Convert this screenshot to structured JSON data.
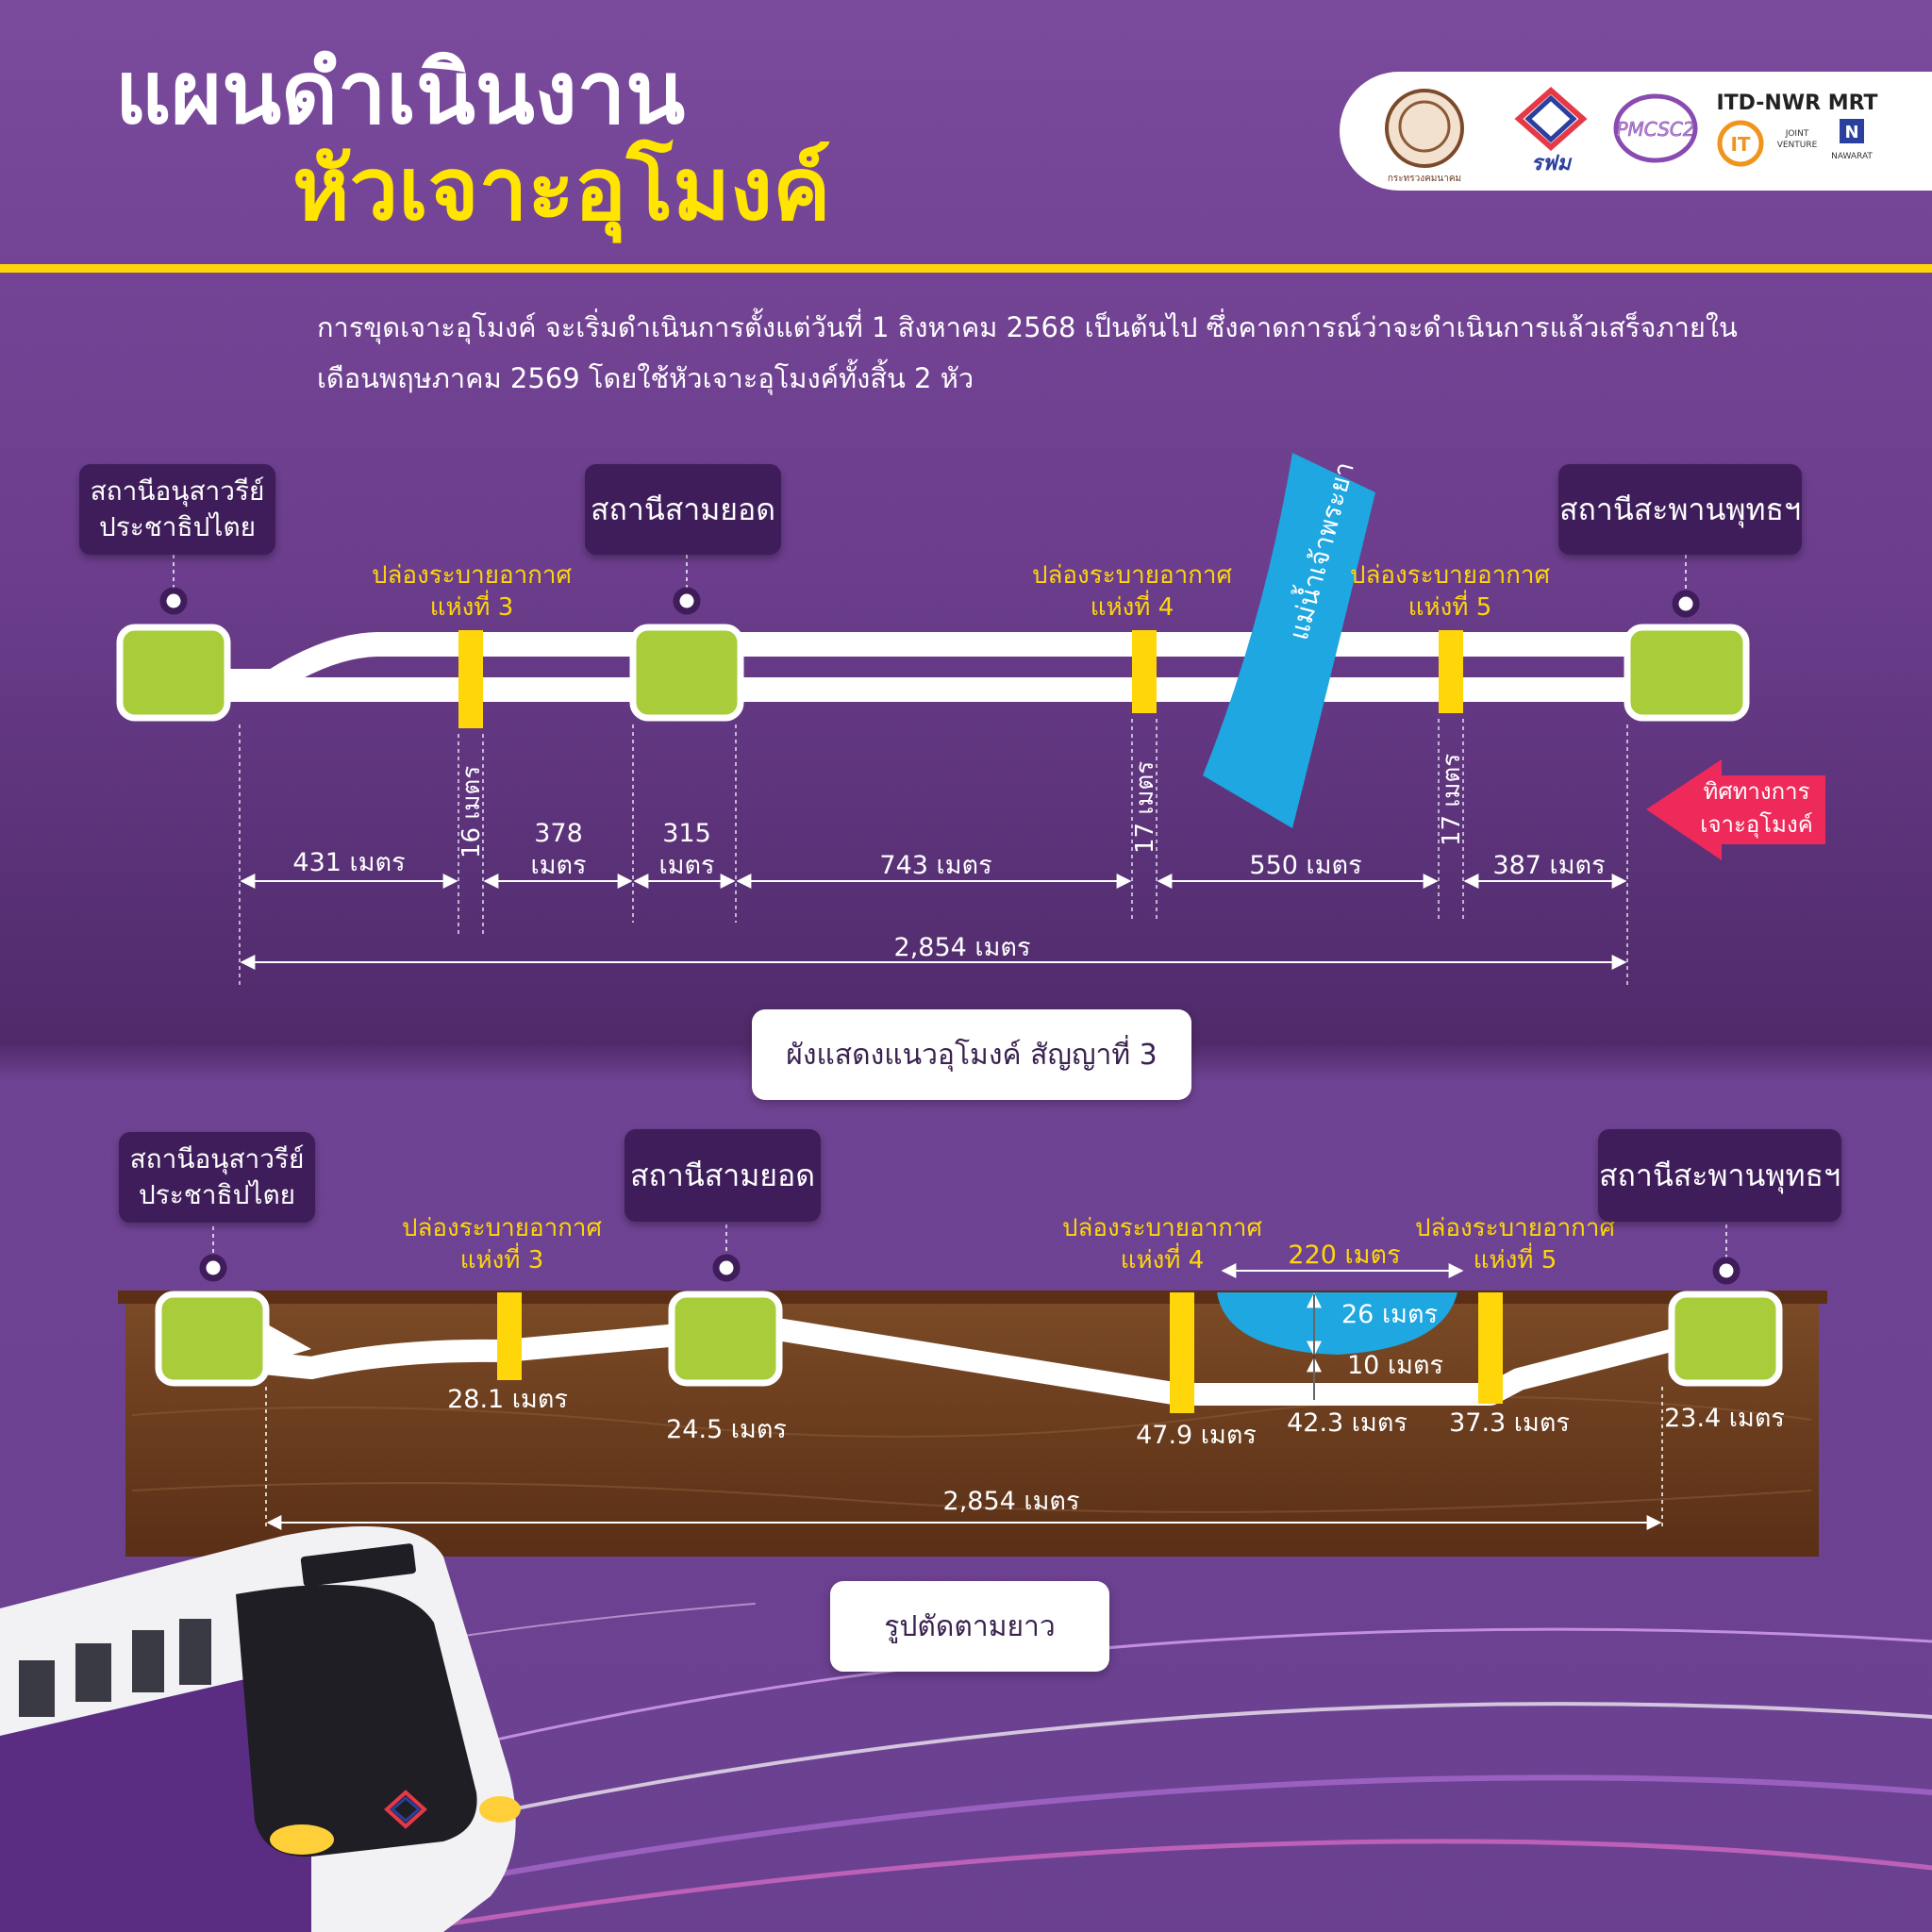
{
  "header": {
    "title_line1": "แผนดำเนินงาน",
    "title_line2": "หัวเจาะอุโมงค์"
  },
  "logos": [
    {
      "name": "ministry-seal",
      "caption": "กระทรวงคมนาคม"
    },
    {
      "name": "mrta-logo",
      "text": "รฟม"
    },
    {
      "name": "pmcsc2-logo",
      "text": "PMCSC2"
    },
    {
      "name": "itd-nwr-logo",
      "text": "ITD-NWR MRT",
      "sub1": "JOINT",
      "sub2": "VENTURE",
      "sub3": "NAWARAT"
    }
  ],
  "intro": "การขุดเจาะอุโมงค์ จะเริ่มดำเนินการตั้งแต่วันที่ 1 สิงหาคม 2568 เป็นต้นไป ซึ่งคาดการณ์ว่าจะดำเนินการแล้วเสร็จภายในเดือนพฤษภาคม 2569 โดยใช้หัวเจาะอุโมงค์ทั้งสิ้น 2 หัว",
  "plan": {
    "stations": [
      {
        "line1": "สถานีอนุสาวรีย์",
        "line2": "ประชาธิปไตย"
      },
      {
        "line1": "สถานีสามยอด",
        "line2": ""
      },
      {
        "line1": "สถานีสะพานพุทธฯ",
        "line2": ""
      }
    ],
    "shafts": [
      {
        "line1": "ปล่องระบายอากาศ",
        "line2": "แห่งที่ 3",
        "width": "16 เมตร"
      },
      {
        "line1": "ปล่องระบายอากาศ",
        "line2": "แห่งที่ 4",
        "width": "17 เมตร"
      },
      {
        "line1": "ปล่องระบายอากาศ",
        "line2": "แห่งที่ 5",
        "width": "17 เมตร"
      }
    ],
    "river": "แม่น้ำเจ้าพระยา",
    "direction": {
      "line1": "ทิศทางการ",
      "line2": "เจาะอุโมงค์"
    },
    "segments": [
      {
        "line1": "431 เมตร",
        "line2": ""
      },
      {
        "line1": "378",
        "line2": "เมตร"
      },
      {
        "line1": "315",
        "line2": "เมตร"
      },
      {
        "line1": "743 เมตร",
        "line2": ""
      },
      {
        "line1": "550 เมตร",
        "line2": ""
      },
      {
        "line1": "387 เมตร",
        "line2": ""
      }
    ],
    "total": "2,854 เมตร",
    "caption": "ผังแสดงแนวอุโมงค์ สัญญาที่ 3"
  },
  "profile": {
    "stations": [
      {
        "line1": "สถานีอนุสาวรีย์",
        "line2": "ประชาธิปไตย"
      },
      {
        "line1": "สถานีสามยอด",
        "line2": ""
      },
      {
        "line1": "สถานีสะพานพุทธฯ",
        "line2": ""
      }
    ],
    "shafts": [
      {
        "line1": "ปล่องระบายอากาศ",
        "line2": "แห่งที่ 3"
      },
      {
        "line1": "ปล่องระบายอากาศ",
        "line2": "แห่งที่ 4"
      },
      {
        "line1": "ปล่องระบายอากาศ",
        "line2": "แห่งที่ 5"
      }
    ],
    "depths": [
      "28.1 เมตร",
      "24.5 เมตร",
      "47.9 เมตร",
      "42.3 เมตร",
      "37.3 เมตร",
      "23.4 เมตร"
    ],
    "river_width": "220 เมตร",
    "river_depth": "26 เมตร",
    "clearance": "10 เมตร",
    "total": "2,854 เมตร",
    "caption": "รูปตัดตามยาว"
  },
  "colors": {
    "purple_bg": "#6b3d8c",
    "station_box": "#3e1d5a",
    "station_green": "#a8cc3a",
    "shaft_yellow": "#ffd60a",
    "river_blue": "#1ea7e0",
    "arrow_red": "#ee2a5a",
    "soil_brown": "#6b3a1f"
  }
}
